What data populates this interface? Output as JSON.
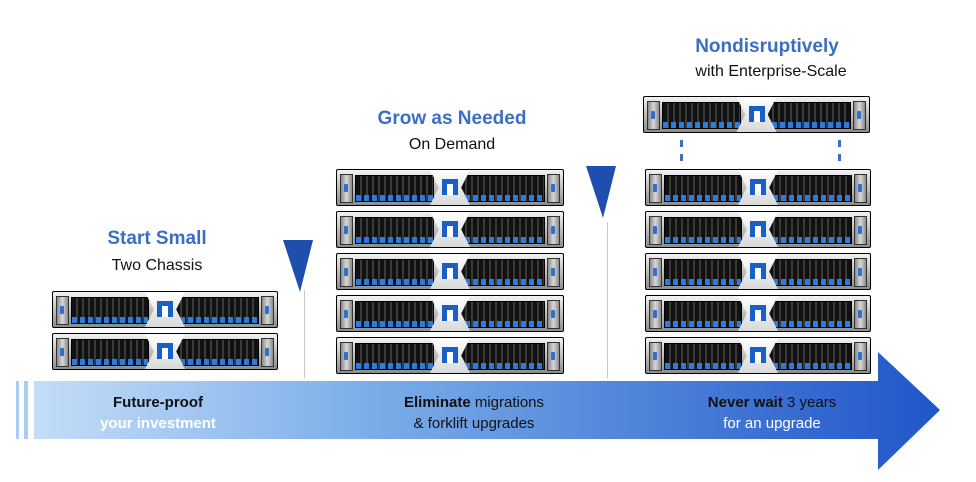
{
  "stages": [
    {
      "heading": "Start Small",
      "subheading": "Two Chassis",
      "chassis_count": 2,
      "caption_bold": "Future-proof",
      "caption_line2": "your investment",
      "caption_rest": ""
    },
    {
      "heading": "Grow as Needed",
      "subheading": "On Demand",
      "chassis_count": 5,
      "caption_bold": "Eliminate",
      "caption_rest": " migrations",
      "caption_line2": "&  forklift upgrades"
    },
    {
      "heading": "Nondisruptively",
      "subheading": "with Enterprise-Scale",
      "chassis_count": 5,
      "added_chassis": 1,
      "caption_bold": "Never wait",
      "caption_rest": "  3 years",
      "caption_line2": "for an upgrade"
    }
  ],
  "colors": {
    "heading": "#3a6fc4",
    "arrow_start": "#a9cdf3",
    "arrow_end": "#1f55c9",
    "pointer": "#1f4fae",
    "separator": "#c8c8c8"
  },
  "icons": [
    "server-chassis-icon",
    "storage-logo-icon",
    "down-pointer-icon"
  ]
}
